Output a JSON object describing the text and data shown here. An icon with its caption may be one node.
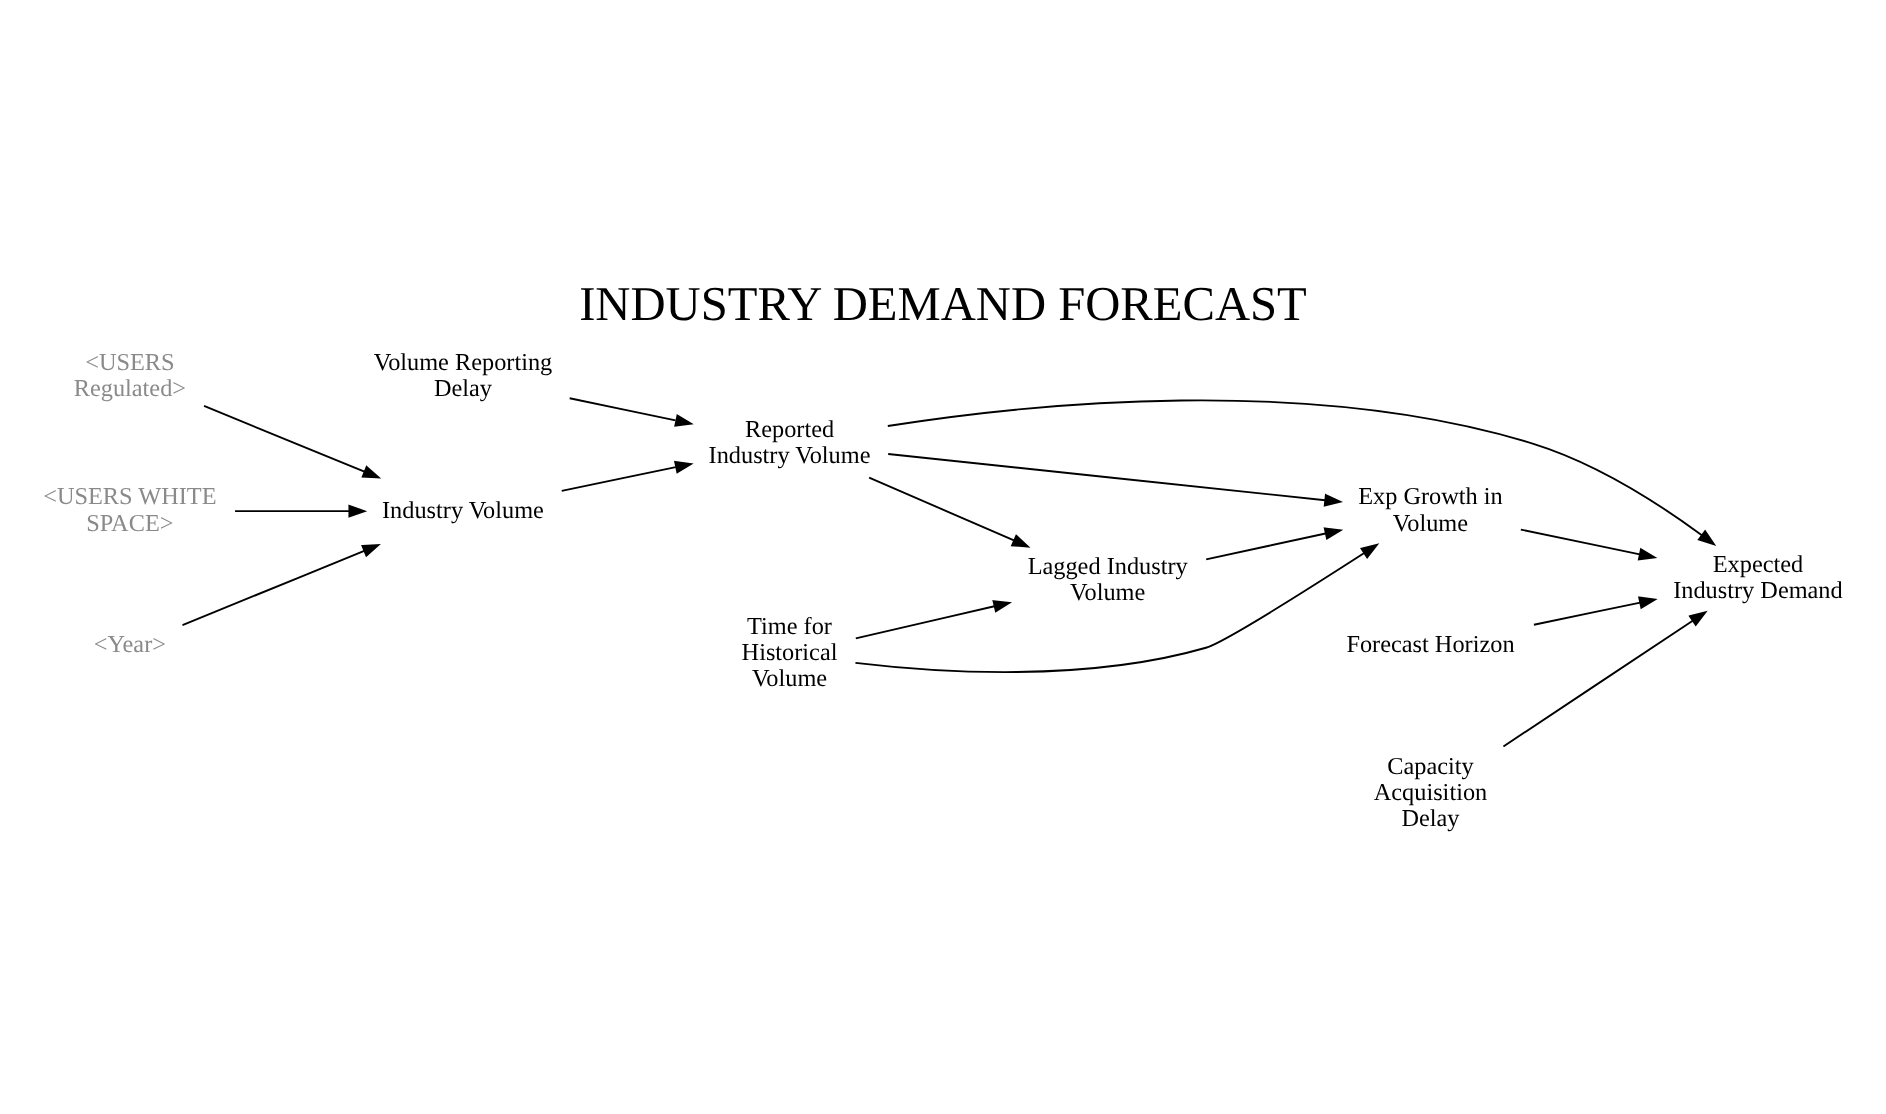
{
  "diagram": {
    "title": "INDUSTRY DEMAND FORECAST",
    "nodes": [
      {
        "text": [
          "Volume Reporting Delay"
        ]
      },
      {
        "text": [
          "<USERS Regulated>"
        ]
      },
      {
        "text": [
          "<USERS WHITE SPACE>"
        ]
      },
      {
        "text": [
          "Industry Volume"
        ]
      },
      {
        "text": [
          "Reported Industry Volume"
        ]
      },
      {
        "text": [
          "Forecast Horizon"
        ]
      },
      {
        "text": [
          "<Year>"
        ]
      },
      {
        "text": [
          "Lagged Industry Volume"
        ]
      },
      {
        "text": [
          "Expected Industry Demand"
        ]
      },
      {
        "text": [
          "Time for Historical Volume"
        ]
      },
      {
        "text": [
          "Exp Growth in Volume"
        ]
      },
      {
        "text": [
          "Capacity Acquisition Delay"
        ]
      }
    ],
    "edges": [
      {
        "from": 1,
        "to": 3,
        "arrow": "to"
      },
      {
        "from": 2,
        "to": 3,
        "arrow": "to"
      },
      {
        "from": 6,
        "to": 3,
        "arrow": "to"
      },
      {
        "from": 3,
        "to": 4,
        "arrow": "to"
      },
      {
        "from": 0,
        "to": 4,
        "arrow": "to"
      },
      {
        "from": 4,
        "to": 7,
        "arrow": "to"
      },
      {
        "from": 4,
        "to": 10,
        "arrow": "to"
      },
      {
        "from": 4,
        "to": 8,
        "arrow": "to"
      },
      {
        "from": 5,
        "to": 8,
        "arrow": "to"
      },
      {
        "from": 7,
        "to": 10,
        "arrow": "to"
      },
      {
        "from": 9,
        "to": 7,
        "arrow": "to"
      },
      {
        "from": 9,
        "to": 10,
        "arrow": "to"
      },
      {
        "from": 10,
        "to": 8,
        "arrow": "to"
      },
      {
        "from": 11,
        "to": 8,
        "arrow": "to"
      }
    ]
  }
}
